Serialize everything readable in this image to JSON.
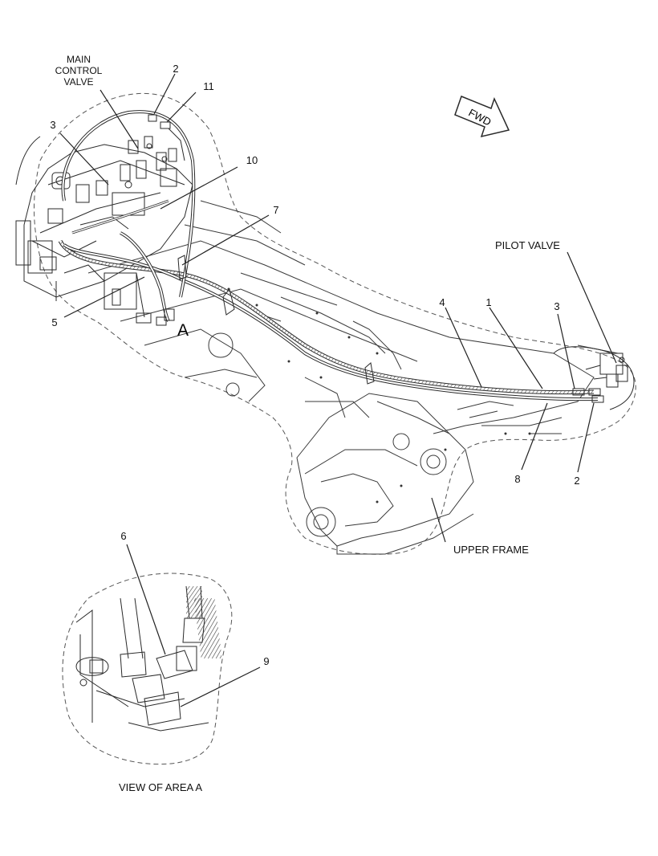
{
  "labels": {
    "main_control_valve": [
      "MAIN",
      "CONTROL",
      "VALVE"
    ],
    "pilot_valve": "PILOT VALVE",
    "upper_frame": "UPPER FRAME",
    "view_of_area": "VIEW OF AREA A",
    "area_marker": "A",
    "fwd": "FWD",
    "callouts": {
      "c1": "1",
      "c2_top": "2",
      "c2_right": "2",
      "c3_left": "3",
      "c3_right": "3",
      "c4": "4",
      "c5": "5",
      "c6": "6",
      "c7": "7",
      "c8": "8",
      "c9": "9",
      "c10": "10",
      "c11": "11"
    }
  },
  "colors": {
    "line": "#2a2a2a",
    "dashed": "#555555",
    "background": "#ffffff"
  }
}
